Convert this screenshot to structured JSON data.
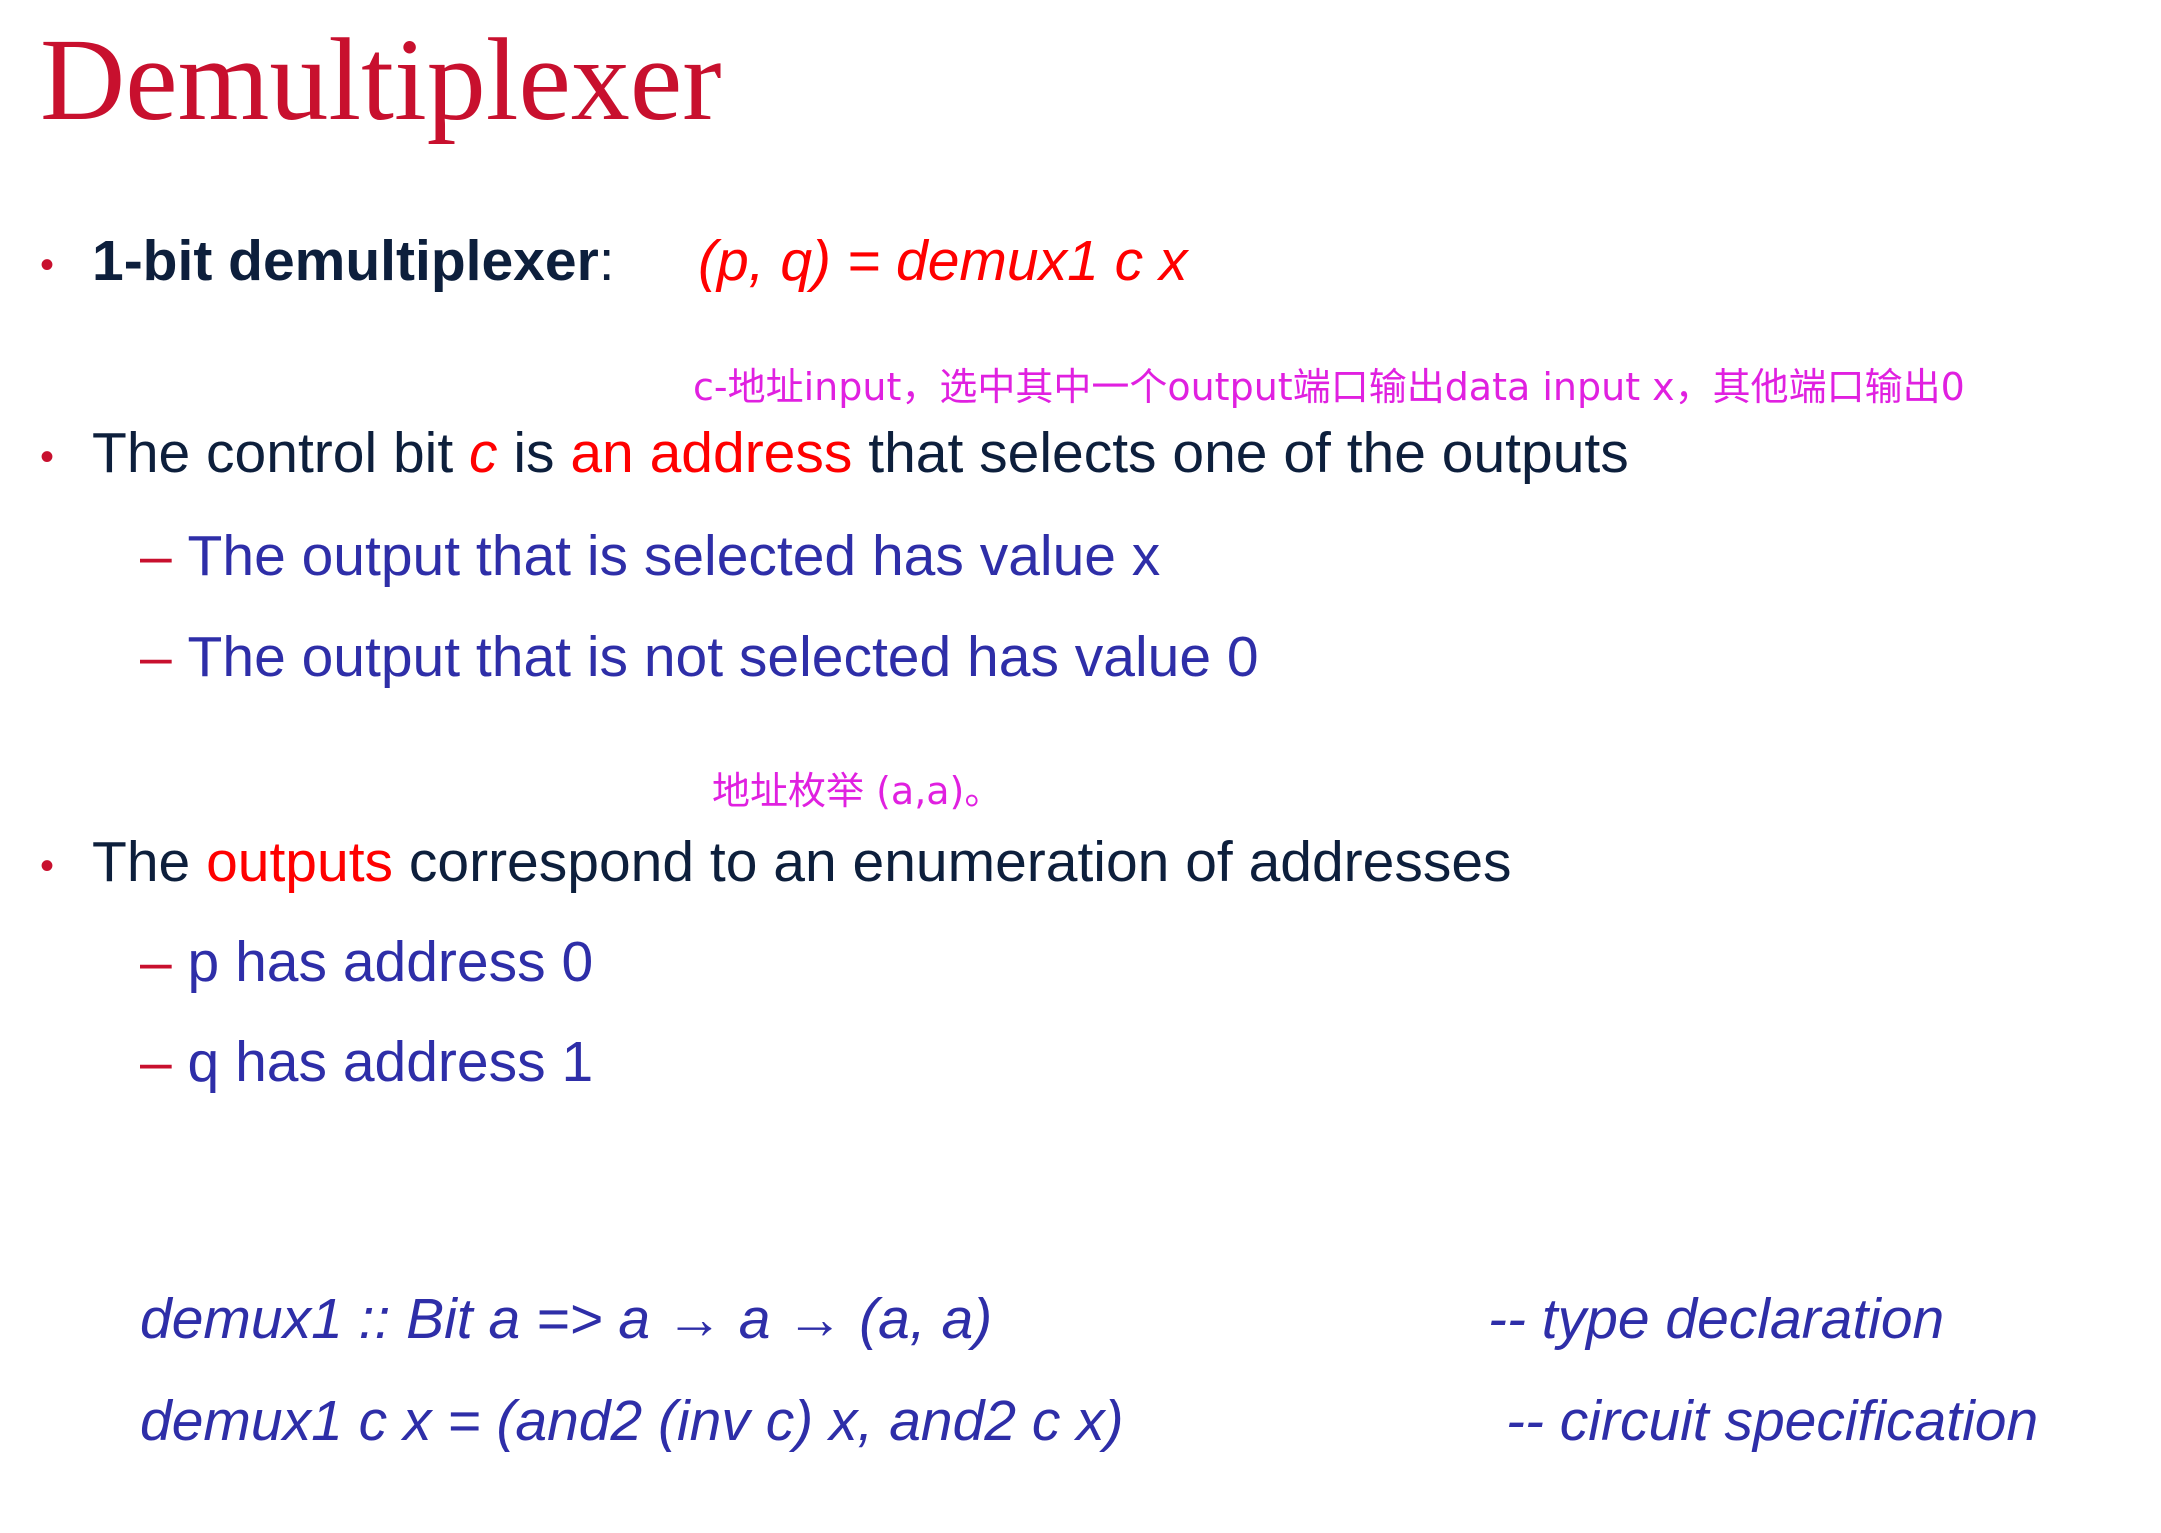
{
  "slide": {
    "title": "Demultiplexer",
    "bullet_glyph": "•",
    "dash_glyph": "–",
    "bullets": [
      {
        "label_bold": "1-bit demultiplexer",
        "label_colon": ":",
        "formula": "(p, q) = demux1 c x"
      },
      {
        "text_1": "The control bit ",
        "highlight_c": "c",
        "text_2": " is ",
        "highlight_address": "an address",
        "text_3": " that selects one of the outputs",
        "subitems": [
          "The output that is selected has value x",
          "The output that is not selected has value 0"
        ]
      },
      {
        "text_1": "The ",
        "highlight_outputs": "outputs",
        "text_2": " correspond to an enumeration of addresses",
        "subitems": [
          "p has address 0",
          "q has address 1"
        ]
      }
    ],
    "annotations": {
      "note_1": "c-地址input，选中其中一个output端口输出data input x，其他端口输出0",
      "note_2": "地址枚举 (a,a)。"
    },
    "code": {
      "line_1": "demux1 :: Bit a => a → a → (a, a)",
      "comment_1": "-- type declaration",
      "line_2": "demux1 c x = (and2 (inv c) x, and2 c x)",
      "comment_2": "-- circuit specification"
    },
    "colors": {
      "title": "#c8102e",
      "emphasis": "#ff0000",
      "body_text": "#0d1f3c",
      "sub_text": "#2e2ea8",
      "annotation": "#e020e0"
    }
  }
}
